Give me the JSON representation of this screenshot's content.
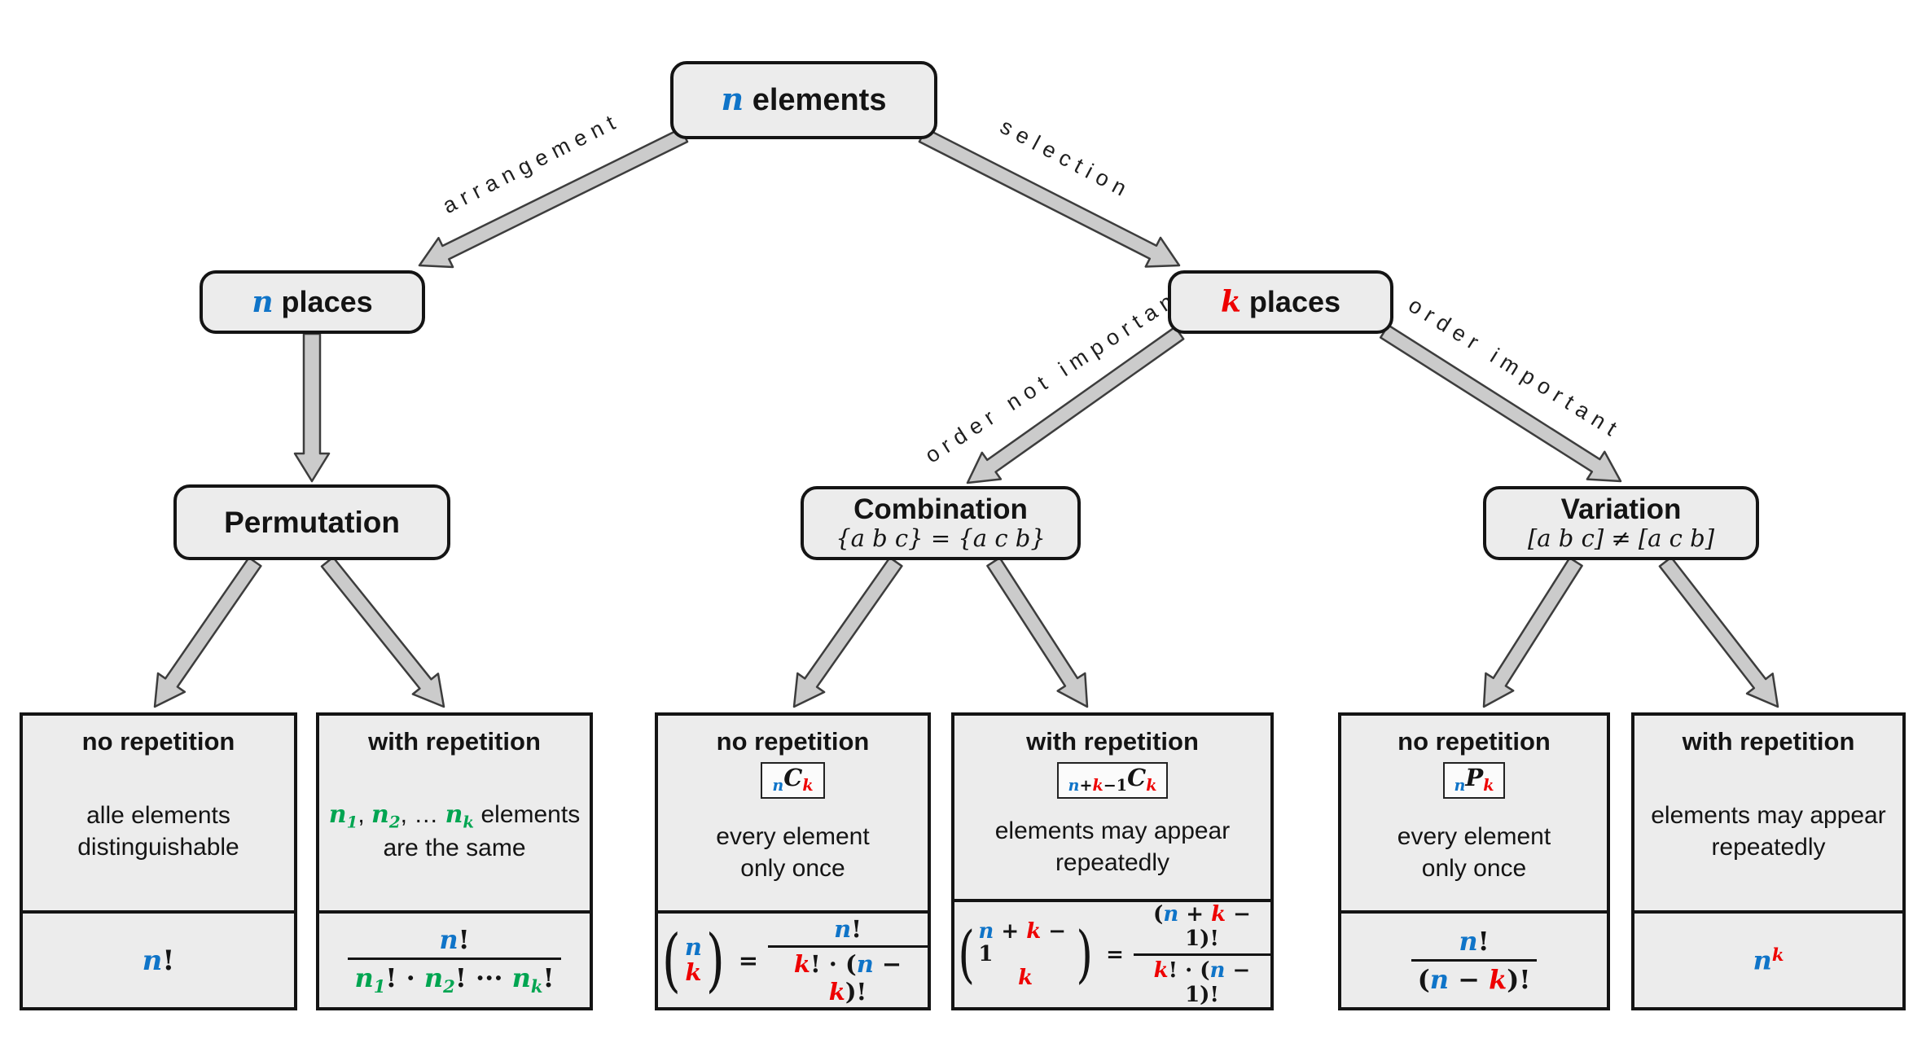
{
  "colors": {
    "blue": "#0f74c8",
    "red": "#ee0000",
    "green": "#00a551",
    "boxFill": "#ececec",
    "boxBorder": "#141414",
    "arrowFill": "#cbcbcb",
    "arrowStroke": "#3d3d3d"
  },
  "nodes": {
    "root": {
      "tokens": [
        {
          "t": "n",
          "c": "blue",
          "v": 1
        },
        {
          "t": " elements"
        }
      ]
    },
    "n_places": {
      "tokens": [
        {
          "t": "n",
          "c": "blue",
          "v": 1
        },
        {
          "t": " places"
        }
      ]
    },
    "k_places": {
      "tokens": [
        {
          "t": "k",
          "c": "red",
          "v": 1
        },
        {
          "t": " places"
        }
      ]
    },
    "permutation": {
      "title": "Permutation"
    },
    "combination": {
      "title": "Combination",
      "subtitle": [
        {
          "t": "{a b c} = {a c b}",
          "i": 1
        }
      ]
    },
    "variation": {
      "title": "Variation",
      "subtitle": [
        {
          "t": "[a b c] ≠ [a c b]",
          "i": 1
        }
      ]
    }
  },
  "edges": {
    "arrangement": "arrangement",
    "selection": "selection",
    "order_not_important": "order not important",
    "order_important": "order important"
  },
  "symbols": {
    "equals": "=",
    "open_paren": "(",
    "close_paren": ")"
  },
  "leaves": [
    {
      "title": "no repetition",
      "desc": [
        [
          {
            "t": "alle elements"
          }
        ],
        [
          {
            "t": "distinguishable"
          }
        ]
      ],
      "formula": [
        {
          "t": "n",
          "c": "blue",
          "v": 1
        },
        {
          "t": "!"
        }
      ]
    },
    {
      "title": "with repetition",
      "desc": [
        [
          {
            "t": "n",
            "c": "green",
            "v": 1
          },
          {
            "t": "1",
            "c": "green",
            "v": 1,
            "sub": 1
          },
          {
            "t": ", "
          },
          {
            "t": "n",
            "c": "green",
            "v": 1
          },
          {
            "t": "2",
            "c": "green",
            "v": 1,
            "sub": 1
          },
          {
            "t": ", … "
          },
          {
            "t": "n",
            "c": "green",
            "v": 1
          },
          {
            "t": "k",
            "c": "green",
            "v": 1,
            "sub": 1
          },
          {
            "t": " elements"
          }
        ],
        [
          {
            "t": "are the same"
          }
        ]
      ],
      "frac": {
        "num": [
          {
            "t": "n",
            "c": "blue",
            "v": 1
          },
          {
            "t": "!"
          }
        ],
        "den": [
          {
            "t": "n",
            "c": "green",
            "v": 1
          },
          {
            "t": "1",
            "c": "green",
            "v": 1,
            "sub": 1
          },
          {
            "t": "! · "
          },
          {
            "t": "n",
            "c": "green",
            "v": 1
          },
          {
            "t": "2",
            "c": "green",
            "v": 1,
            "sub": 1
          },
          {
            "t": "! ··· "
          },
          {
            "t": "n",
            "c": "green",
            "v": 1
          },
          {
            "t": "k",
            "c": "green",
            "v": 1,
            "sub": 1
          },
          {
            "t": "!"
          }
        ]
      }
    },
    {
      "title": "no repetition",
      "badge": [
        {
          "t": "n",
          "c": "blue",
          "v": 1,
          "sub": 1
        },
        {
          "t": "C",
          "v": 1
        },
        {
          "t": "k",
          "c": "red",
          "v": 1,
          "sub": 1
        }
      ],
      "desc": [
        [
          {
            "t": "every element"
          }
        ],
        [
          {
            "t": "only once"
          }
        ]
      ],
      "binom": {
        "top": [
          {
            "t": "n",
            "c": "blue",
            "v": 1
          }
        ],
        "bot": [
          {
            "t": "k",
            "c": "red",
            "v": 1
          }
        ]
      },
      "frac": {
        "num": [
          {
            "t": "n",
            "c": "blue",
            "v": 1
          },
          {
            "t": "!"
          }
        ],
        "den": [
          {
            "t": "k",
            "c": "red",
            "v": 1
          },
          {
            "t": "! · ("
          },
          {
            "t": "n",
            "c": "blue",
            "v": 1
          },
          {
            "t": " − "
          },
          {
            "t": "k",
            "c": "red",
            "v": 1
          },
          {
            "t": ")!"
          }
        ]
      }
    },
    {
      "title": "with repetition",
      "badge": [
        {
          "t": "n",
          "c": "blue",
          "v": 1,
          "sub": 1
        },
        {
          "t": "+",
          "sub": 1
        },
        {
          "t": "k",
          "c": "red",
          "v": 1,
          "sub": 1
        },
        {
          "t": "−1",
          "sub": 1
        },
        {
          "t": "C",
          "v": 1
        },
        {
          "t": "k",
          "c": "red",
          "v": 1,
          "sub": 1
        }
      ],
      "desc": [
        [
          {
            "t": "elements may appear"
          }
        ],
        [
          {
            "t": "repeatedly"
          }
        ]
      ],
      "binom": {
        "top": [
          {
            "t": "n",
            "c": "blue",
            "v": 1
          },
          {
            "t": " + "
          },
          {
            "t": "k",
            "c": "red",
            "v": 1
          },
          {
            "t": " − 1"
          }
        ],
        "bot": [
          {
            "t": "k",
            "c": "red",
            "v": 1
          }
        ]
      },
      "frac": {
        "num": [
          {
            "t": "("
          },
          {
            "t": "n",
            "c": "blue",
            "v": 1
          },
          {
            "t": " + "
          },
          {
            "t": "k",
            "c": "red",
            "v": 1
          },
          {
            "t": " − 1)!"
          }
        ],
        "den": [
          {
            "t": "k",
            "c": "red",
            "v": 1
          },
          {
            "t": "! · ("
          },
          {
            "t": "n",
            "c": "blue",
            "v": 1
          },
          {
            "t": " − 1)!"
          }
        ]
      }
    },
    {
      "title": "no repetition",
      "badge": [
        {
          "t": "n",
          "c": "blue",
          "v": 1,
          "sub": 1
        },
        {
          "t": "P",
          "v": 1
        },
        {
          "t": "k",
          "c": "red",
          "v": 1,
          "sub": 1
        }
      ],
      "desc": [
        [
          {
            "t": "every element"
          }
        ],
        [
          {
            "t": "only once"
          }
        ]
      ],
      "frac": {
        "num": [
          {
            "t": "n",
            "c": "blue",
            "v": 1
          },
          {
            "t": "!"
          }
        ],
        "den": [
          {
            "t": "("
          },
          {
            "t": "n",
            "c": "blue",
            "v": 1
          },
          {
            "t": " − "
          },
          {
            "t": "k",
            "c": "red",
            "v": 1
          },
          {
            "t": ")!"
          }
        ]
      }
    },
    {
      "title": "with repetition",
      "desc": [
        [
          {
            "t": "elements may appear"
          }
        ],
        [
          {
            "t": "repeatedly"
          }
        ]
      ],
      "formula": [
        {
          "t": "n",
          "c": "blue",
          "v": 1
        },
        {
          "t": "k",
          "c": "red",
          "v": 1,
          "sup": 1
        }
      ]
    }
  ]
}
